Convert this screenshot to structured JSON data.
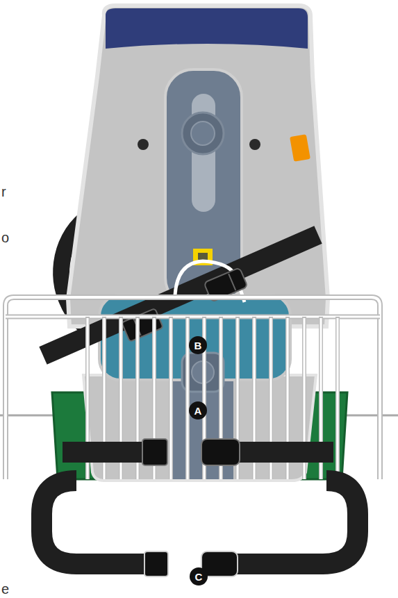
{
  "diagram": {
    "nodes": [
      {
        "text": [
          "B"
        ]
      },
      {
        "text": [
          "A"
        ]
      },
      {
        "text": [
          "C"
        ]
      }
    ],
    "labels": [
      "r",
      "o",
      "e"
    ]
  }
}
